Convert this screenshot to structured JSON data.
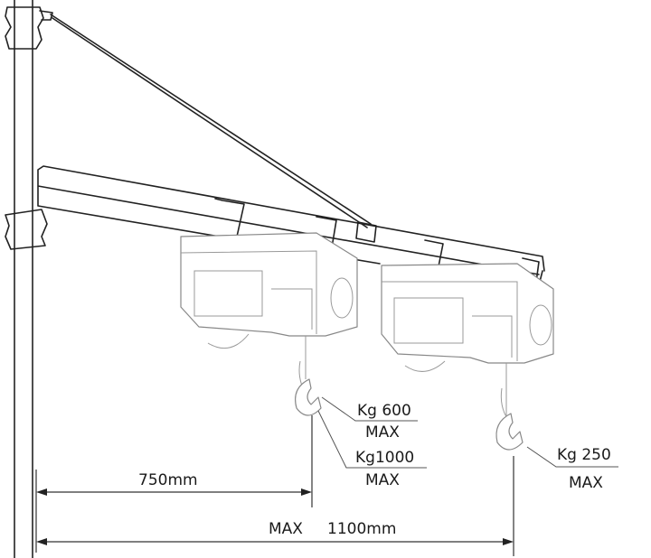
{
  "title": "Swing arm hoist bracket capacity diagram",
  "labels": {
    "inner_capacity": "Kg 600",
    "inner_capacity_max": "MAX",
    "inner_capacity_alt": "Kg1000",
    "inner_capacity_alt_max": "MAX",
    "outer_capacity": "Kg 250",
    "outer_capacity_max": "MAX"
  },
  "dimensions": {
    "inner_reach": "750mm",
    "max_reach_prefix": "MAX",
    "max_reach": "1100mm"
  },
  "colors": {
    "line": "#222222",
    "faded": "#888888"
  }
}
